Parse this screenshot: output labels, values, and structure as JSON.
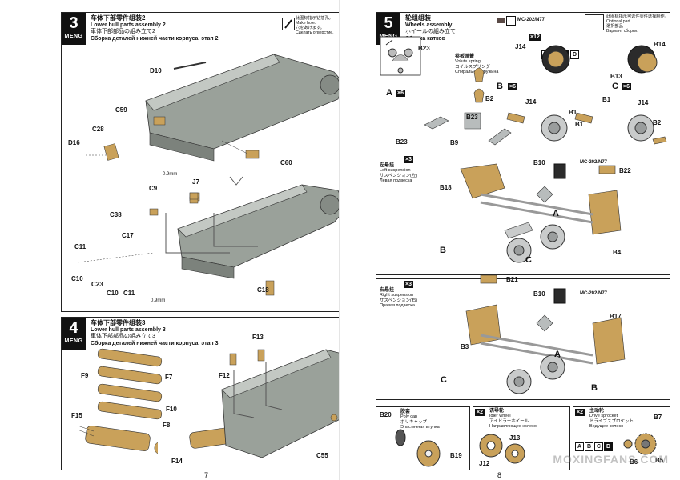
{
  "pages": {
    "left_number": "7",
    "right_number": "8"
  },
  "brand": "MENG",
  "step3": {
    "number": "3",
    "title_zh": "车体下部零件组装2",
    "title_en": "Lower hull parts assembly 2",
    "title_jp": "車体下部部品の組み立て2",
    "title_ru": "Сборка деталей нижней части корпуса, этап 2",
    "note_zh": "此图标指示钻插孔。",
    "note_en": "Make hole.",
    "note_jp": "穴をあけます。",
    "note_ru": "Сделать отверстие.",
    "labels": [
      "D10",
      "C59",
      "C28",
      "D16",
      "C60",
      "J7",
      "0.9mm",
      "C9",
      "C38",
      "C17",
      "C11",
      "C10",
      "C23",
      "C10",
      "C11",
      "0.9mm",
      "C18"
    ]
  },
  "step4": {
    "number": "4",
    "title_zh": "车体下部零件组装3",
    "title_en": "Lower hull parts assembly 3",
    "title_jp": "車体下部部品の組み立て3",
    "title_ru": "Сборка деталей нижней части корпуса, этап 3",
    "labels": [
      "F13",
      "F9",
      "F7",
      "F12",
      "F10",
      "F8",
      "F15",
      "F14",
      "C55"
    ]
  },
  "step5": {
    "number": "5",
    "title_zh": "轮组组装",
    "title_en": "Wheels assembly",
    "title_jp": "ホイールの組み立て",
    "title_ru": "Сборка катков",
    "paint_code": "MC-202/N77",
    "note_zh": "此图标指示可选件零件选择制作。",
    "note_en": "Optional part",
    "note_jp": "選択部品",
    "note_ru": "Вариант сборки.",
    "count_x12": "×12",
    "spring_zh": "卷板弹簧",
    "spring_en": "Volute spring",
    "spring_jp": "コイルスプリング",
    "spring_ru": "Спиральная пружина",
    "count_x6a": "×6",
    "count_x6b": "×6",
    "count_x6c": "×6",
    "labels": [
      "B23",
      "J14",
      "B14",
      "A",
      "B",
      "B13",
      "C",
      "B2",
      "J14",
      "B1",
      "B1",
      "J14",
      "B2",
      "B23",
      "B9",
      "B23",
      "B1"
    ]
  },
  "left_suspension": {
    "zh": "左悬挂",
    "en": "Left suspension",
    "jp": "サスペンション(左)",
    "ru": "Левая подвеска",
    "count": "×3",
    "labels": [
      "B10",
      "MC-202/N77",
      "B22",
      "B18",
      "A",
      "B",
      "C",
      "B4"
    ]
  },
  "right_suspension": {
    "zh": "右悬挂",
    "en": "Right suspension",
    "jp": "サスペンション(右)",
    "ru": "Правая подвеска",
    "count": "×3",
    "labels": [
      "B21",
      "B10",
      "MC-202/N77",
      "B17",
      "B3",
      "A",
      "C",
      "B"
    ]
  },
  "bottom_row": {
    "poly_zh": "胶套",
    "poly_en": "Poly cap",
    "poly_jp": "ポリキャップ",
    "poly_ru": "Эластичная втулка",
    "idler_zh": "诱导轮",
    "idler_en": "Idler wheel",
    "idler_jp": "アイドラーホイール",
    "idler_ru": "Направляющее колесо",
    "idler_count": "×2",
    "drive_zh": "主动轮",
    "drive_en": "Drive sprocket",
    "drive_jp": "ドライブスプロケット",
    "drive_ru": "Ведущее колесо",
    "drive_count": "×2",
    "labels": [
      "B20",
      "B19",
      "J13",
      "J12",
      "B7",
      "B5",
      "B6"
    ]
  },
  "option_letters": [
    "A",
    "B",
    "C",
    "D"
  ],
  "watermark": "MOXINGFANS.COM",
  "colors": {
    "hull": "#9aa19a",
    "tan": "#c9a15a",
    "wheel_gray": "#b9bcbc",
    "dark": "#3b3b3b"
  }
}
